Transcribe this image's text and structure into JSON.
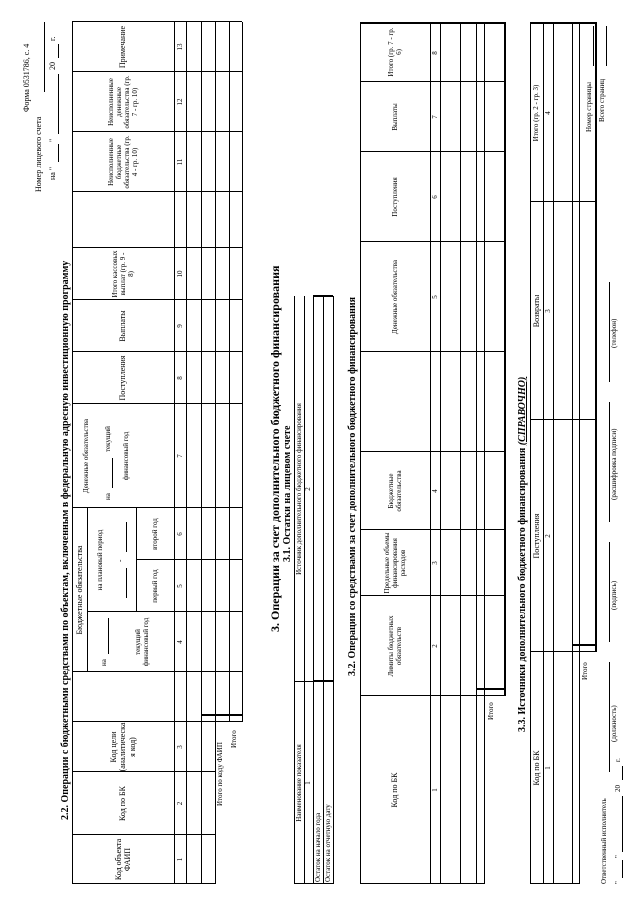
{
  "header": {
    "form_code": "Форма 0531786, с. 4",
    "account_label": "Номер лицевого счета",
    "date_prefix": "на \"",
    "date_mid": "\"",
    "date_year": "20",
    "date_suffix": "г."
  },
  "section22": {
    "title": "2.2. Операции с бюджетными средствами по объектам, включенным в федеральную адресную инвестиционную программу",
    "col_faip": "Код объекта ФАИП",
    "col_bk": "Код по БК",
    "col_goal": "Код цели (аналитическа я код)",
    "col_budget_obligations": "Бюджетные обязательства",
    "col_on": "на",
    "col_current_fy": "текущий финансовый год",
    "col_plan_period": "на плановый период",
    "col_dash": "-",
    "col_first_year": "первый год",
    "col_second_year": "второй год",
    "col_money_obligations": "Денежные обязательства",
    "col_money_on": "на",
    "col_money_current": "текущий",
    "col_money_fy": "финансовый год",
    "col_receipts": "Поступления",
    "col_payments": "Выплаты",
    "col_total_cash": "Итого кассовых выплат (гр. 9 - 8)",
    "col_unfulfilled_budget": "Неисполненные бюджетные обязательства (гр. 4 - гр. 10)",
    "col_unfulfilled_money": "Неисполненные денежные обязательства (гр. 7 - гр. 10)",
    "col_note": "Примечание",
    "nums": [
      "1",
      "2",
      "3",
      "4",
      "5",
      "6",
      "7",
      "8",
      "9",
      "10",
      "11",
      "12",
      "13"
    ],
    "total_faip": "Итого по коду ФАИП",
    "total": "Итого"
  },
  "section3": {
    "title": "3. Операции за счет дополнительного бюджетного финансирования"
  },
  "section31": {
    "title": "3.1. Остатки на лицевом счете",
    "col_indicator": "Наименование показателя",
    "col_source": "Источник дополнительного бюджетного финансирования",
    "num1": "1",
    "num2": "2",
    "row_start": "Остаток на начало года",
    "row_end": "Остаток на отчетную дату"
  },
  "section32": {
    "title": "3.2. Операции со средствами за счет дополнительного бюджетного финансирования",
    "col_bk": "Код по БК",
    "col_limits": "Лимиты бюджетных обязательств",
    "col_max_volumes": "Предельные объемы финансирования расходов",
    "col_budget_obl": "Бюджетные обязательства",
    "col_money_obl": "Денежные обязательства",
    "col_receipts": "Поступления",
    "col_payments": "Выплаты",
    "col_total": "Итого (гр. 7 - гр. 6)",
    "nums": [
      "1",
      "2",
      "3",
      "4",
      "5",
      "6",
      "7",
      "8"
    ],
    "total": "Итого"
  },
  "section33": {
    "title_main": "3.3. Источники дополнительного бюджетного финансирования",
    "title_note": "(СПРАВОЧНО)",
    "col_bk": "Код по БК",
    "col_receipts": "Поступления",
    "col_returns": "Возвраты",
    "col_total": "Итого (гр. 2 - гр. 3)",
    "nums": [
      "1",
      "2",
      "3",
      "4"
    ],
    "total": "Итого"
  },
  "footer": {
    "responsible": "Ответственный исполнитель",
    "position": "(должность)",
    "signature": "(подпись)",
    "signature_decode": "(расшифровка подписи)",
    "phone": "(телефон)",
    "date_q1": "\"",
    "date_q2": "\"",
    "date_year": "20",
    "date_g": "г.",
    "page_number": "Номер страницы",
    "total_pages": "Всего страниц"
  }
}
